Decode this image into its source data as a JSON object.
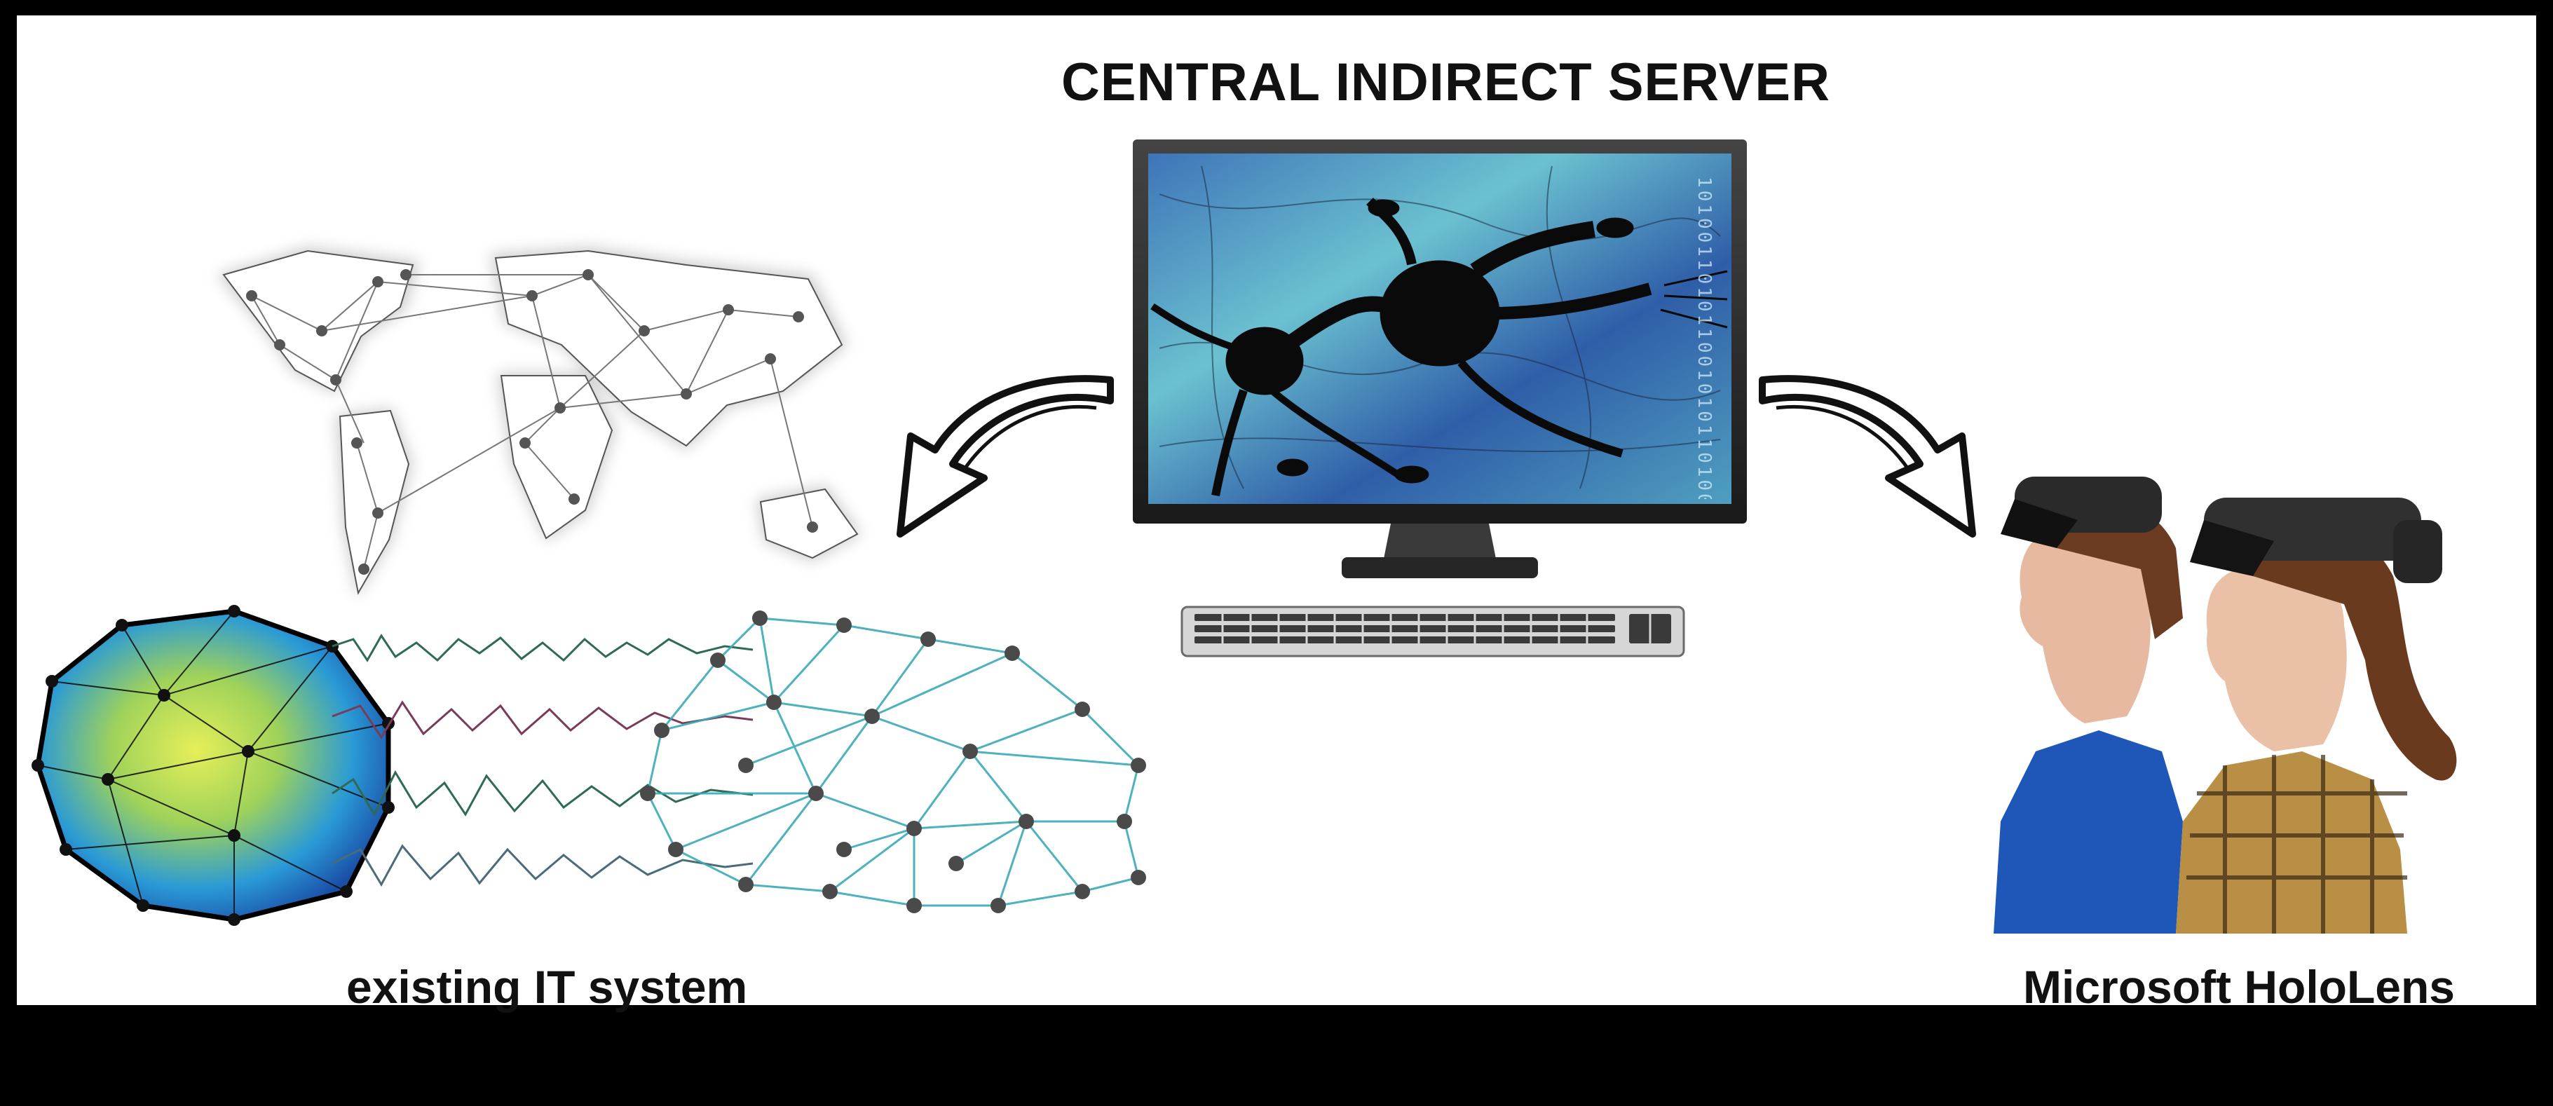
{
  "title": "CENTRAL INDIRECT SERVER",
  "labels": {
    "left": "existing IT system",
    "right": "Microsoft HoloLens"
  },
  "monitor_digits": "1010011010110010101101001",
  "colors": {
    "background": "#000000",
    "panel": "#ffffff",
    "screen_blue": "#2f6fb0",
    "screen_teal": "#5fb8c8",
    "neuron": "#0a0a0a",
    "network_line": "#3aa9b8",
    "network_node": "#4a4a4a",
    "brain_yellow": "#d8e64a",
    "brain_blue": "#1e7fd1",
    "shirt_blue": "#1f57b8",
    "plaid": "#c9a55a"
  },
  "icons": [
    "world-network-map",
    "server-monitor",
    "keyboard",
    "curved-arrow-left",
    "curved-arrow-right",
    "brain-network",
    "eeg-waves",
    "node-network",
    "hololens-users"
  ]
}
